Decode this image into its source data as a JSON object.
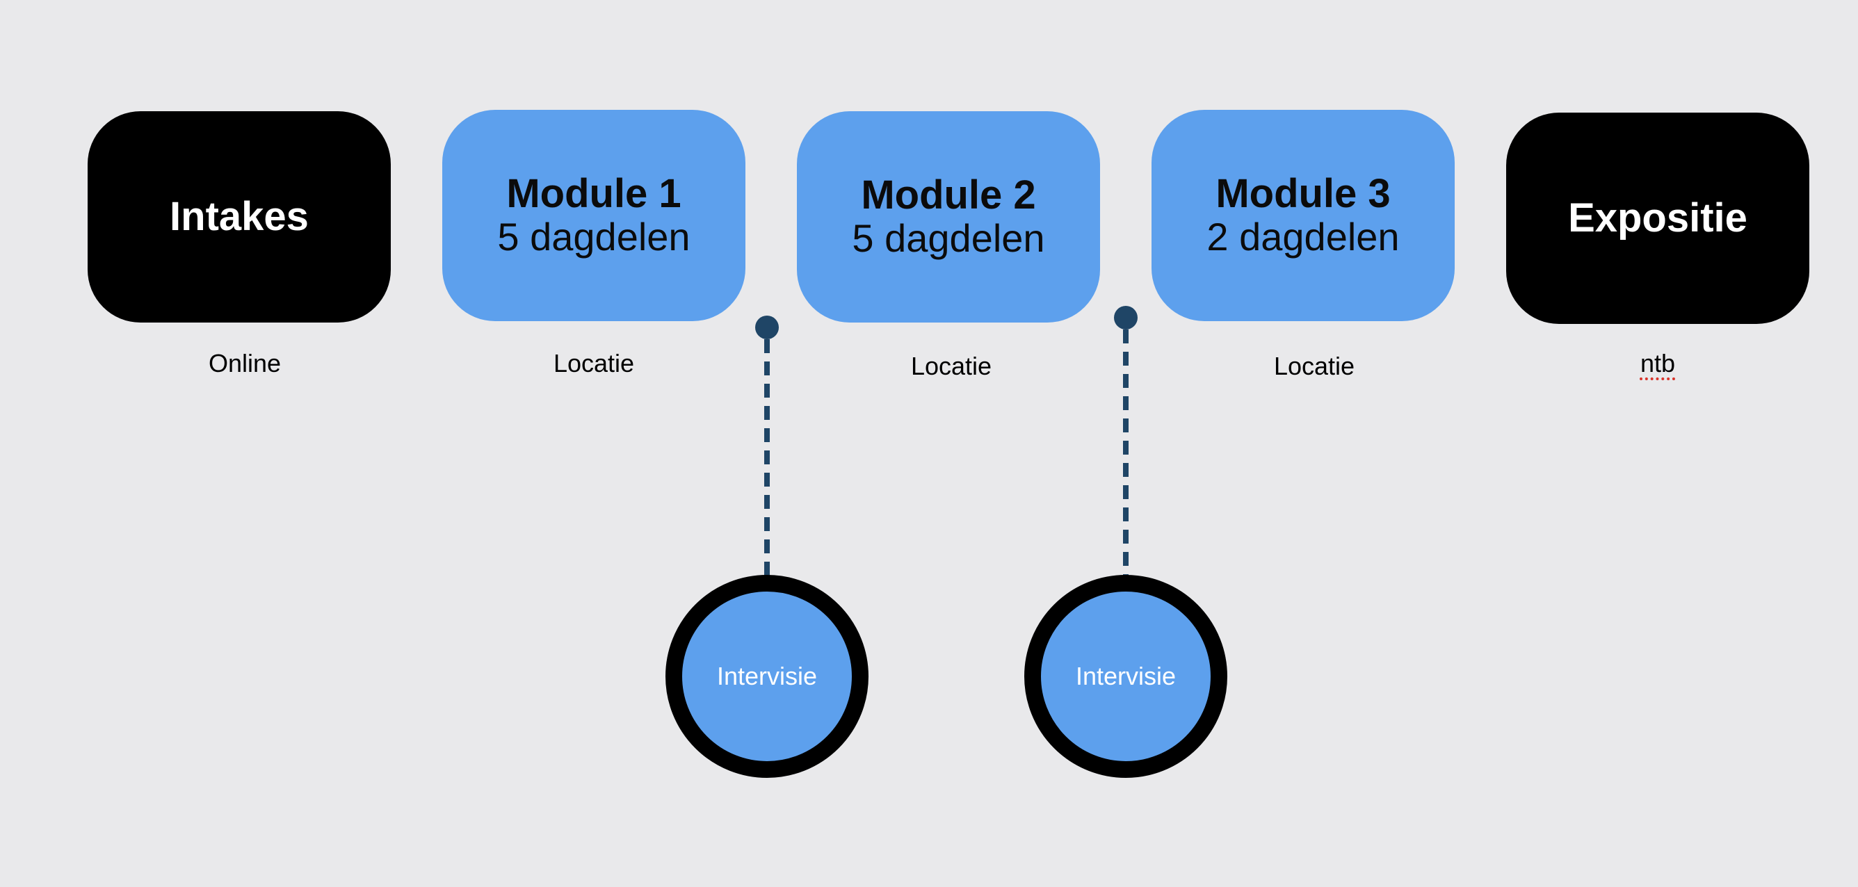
{
  "steps": [
    {
      "title": "Intakes",
      "subtitle": "",
      "caption": "Online"
    },
    {
      "title": "Module 1",
      "subtitle": "5 dagdelen",
      "caption": "Locatie"
    },
    {
      "title": "Module 2",
      "subtitle": "5 dagdelen",
      "caption": "Locatie"
    },
    {
      "title": "Module 3",
      "subtitle": "2 dagdelen",
      "caption": "Locatie"
    },
    {
      "title": "Expositie",
      "subtitle": "",
      "caption": "ntb"
    }
  ],
  "intervisions": [
    {
      "label": "Intervisie"
    },
    {
      "label": "Intervisie"
    }
  ],
  "colors": {
    "background": "#e9e9eb",
    "dark_box": "#000000",
    "blue_box": "#5da0ed",
    "connector": "#1f4566",
    "spellcheck_underline": "#d9342b"
  }
}
